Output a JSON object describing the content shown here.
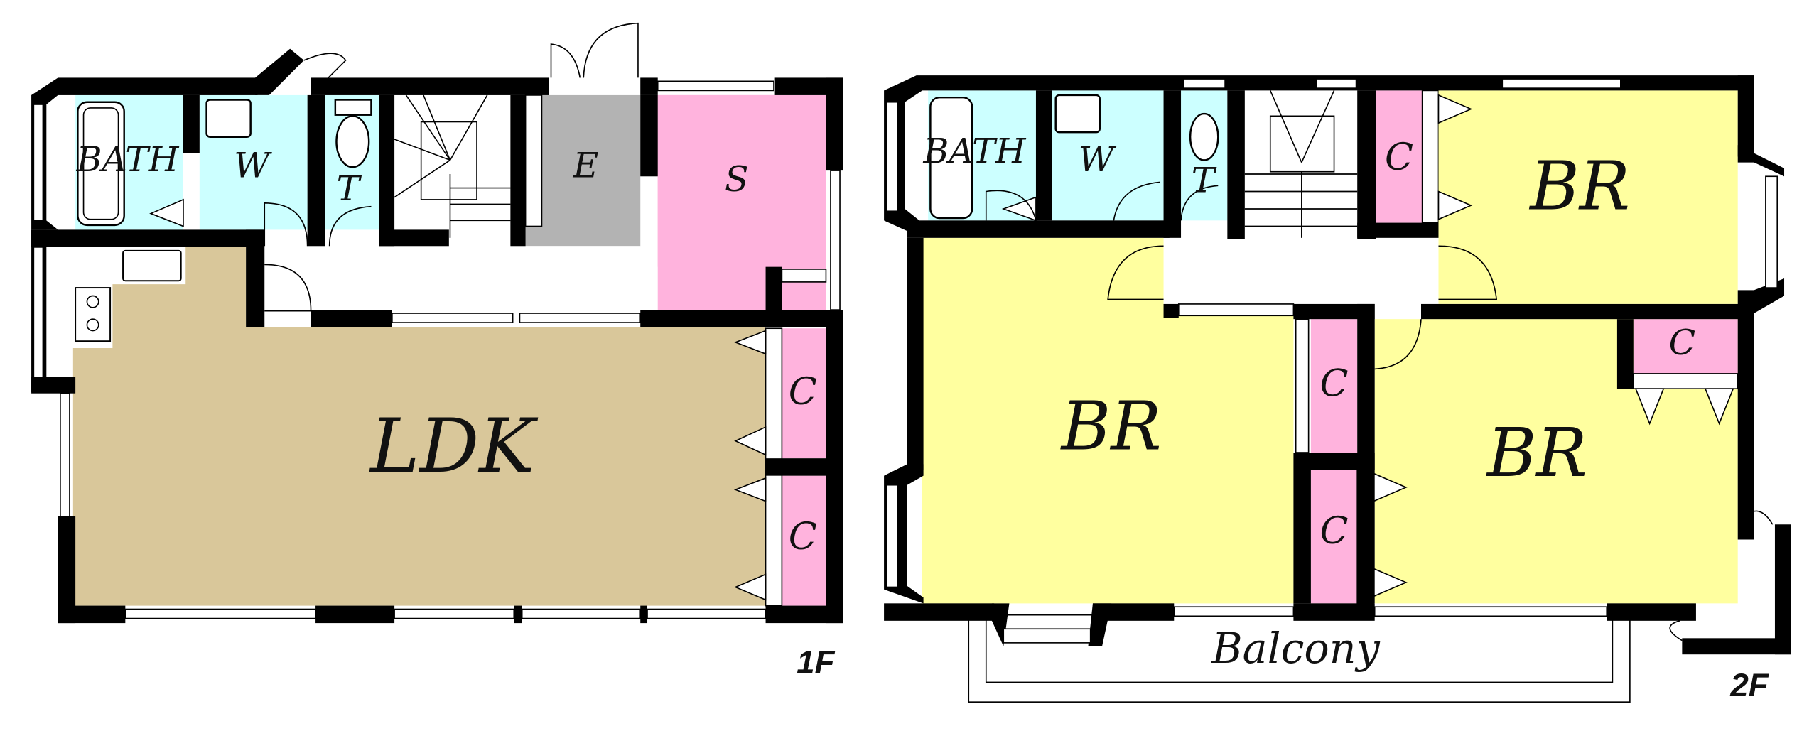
{
  "colors": {
    "wet_area": "#ccffff",
    "storage": "#ffb3dd",
    "ldk": "#d9c79a",
    "entrance": "#b3b3b3",
    "bedroom": "#ffff9f",
    "wall": "#000000"
  },
  "floor1": {
    "label": "1F",
    "rooms": {
      "bath": "BATH",
      "washroom": "W",
      "toilet": "T",
      "entrance": "E",
      "storage": "S",
      "ldk": "LDK",
      "closet_1": "C",
      "closet_2": "C"
    }
  },
  "floor2": {
    "label": "2F",
    "rooms": {
      "bath": "BATH",
      "washroom": "W",
      "toilet": "T",
      "closet_top": "C",
      "bedroom_top_right": "BR",
      "bedroom_left": "BR",
      "bedroom_right": "BR",
      "closet_middle_1": "C",
      "closet_middle_2": "C",
      "closet_right": "C",
      "balcony": "Balcony"
    }
  }
}
